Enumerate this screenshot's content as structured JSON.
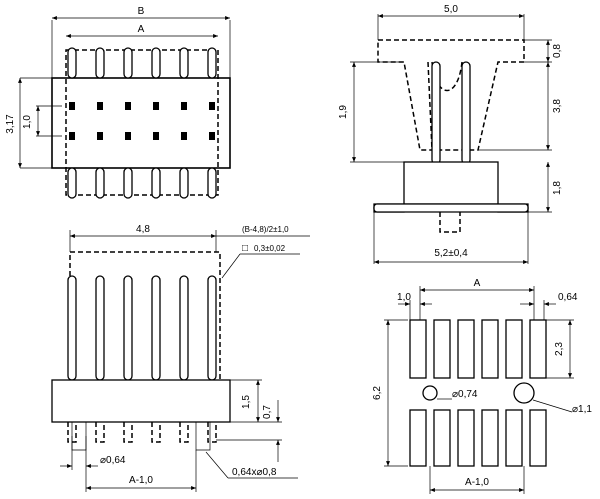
{
  "top_view": {
    "dim_b": "B",
    "dim_a": "A",
    "dim_height": "3,17",
    "dim_pitch": "1,0"
  },
  "side_view": {
    "dim_width": "5,0",
    "dim_top_offset": "0,8",
    "dim_left_height": "1,9",
    "dim_mid_height": "3,8",
    "dim_body_height": "1,8",
    "dim_foot_width": "5,2±0,4"
  },
  "front_view": {
    "dim_width": "4,8",
    "dim_offset_formula": "(B-4,8)/2±1,0",
    "pin_square_symbol": "□",
    "pin_square": "0,3±0,02",
    "dim_1_5": "1,5",
    "dim_0_7": "0,7",
    "dim_pin_dia": "⌀0,64",
    "dim_a_minus": "A-1,0",
    "dim_chamfer": "0,64x⌀0,8"
  },
  "footprint": {
    "dim_a": "A",
    "dim_1_0": "1,0",
    "dim_0_64": "0,64",
    "dim_2_3": "2,3",
    "dim_6_2": "6,2",
    "dim_hole_small": "⌀0,74",
    "dim_hole_large": "⌀1,1",
    "dim_a_minus": "A-1,0"
  }
}
